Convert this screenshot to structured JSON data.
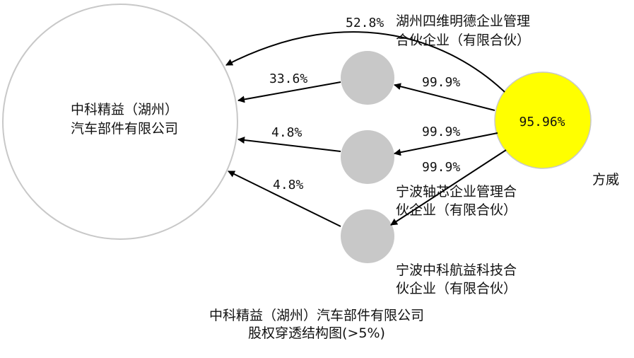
{
  "diagram": {
    "title_line1": "中科精益（湖州）汽车部件有限公司",
    "title_line2": "股权穿透结构图(>5%)",
    "nodes": {
      "target": {
        "line1": "中科精益（湖州）",
        "line2": "汽车部件有限公司"
      },
      "siwei": {
        "line1": "湖州四维明德企业管理",
        "line2": "合伙企业（有限合伙）"
      },
      "zhouxin": {
        "line1": "宁波轴芯企业管理合",
        "line2": "伙企业（有限合伙）"
      },
      "hangyi": {
        "line1": "宁波中科航益科技合",
        "line2": "伙企业（有限合伙）"
      },
      "fangwei": {
        "name": "方威",
        "share": "95.96%",
        "fill": "#ffff00"
      }
    },
    "edges": {
      "siwei_to_target": "52.8%",
      "zhouxin_to_target": "33.6%",
      "mid_to_target": "4.8%",
      "hangyi_to_target": "4.8%",
      "fangwei_to_zhouxin": "99.9%",
      "fangwei_to_mid": "99.9%",
      "fangwei_to_hangyi": "99.9%"
    },
    "colors": {
      "target_fill": "#ffffff",
      "target_stroke": "#c8c8c8",
      "partnership_fill": "#c8c8c8",
      "person_fill": "#ffff00",
      "arrow": "#000000"
    }
  }
}
